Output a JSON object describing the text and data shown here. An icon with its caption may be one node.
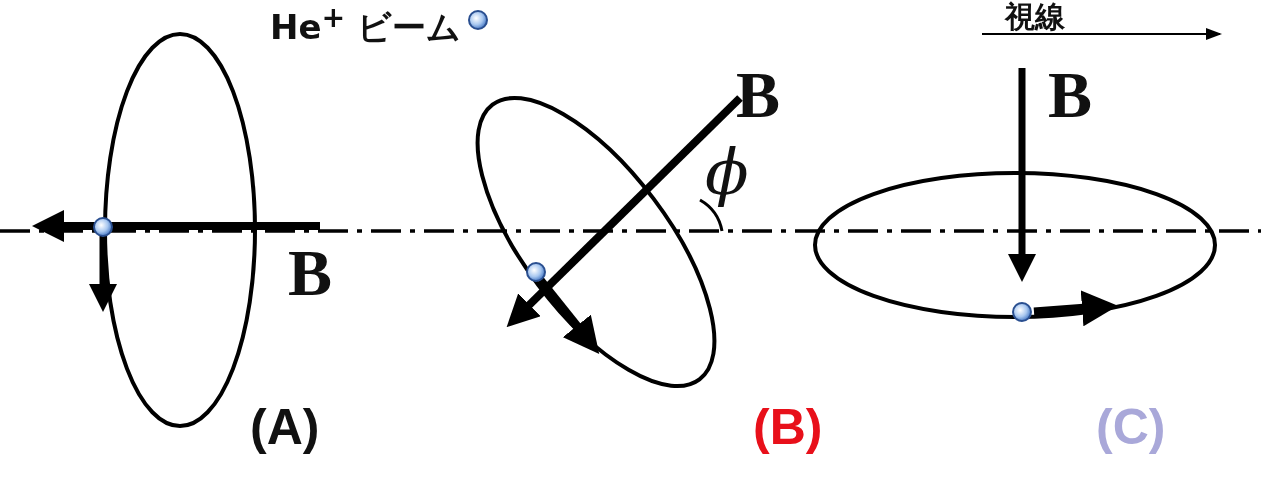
{
  "diagram": {
    "labels": [
      "He$^{+}$ ビーム",
      "視線",
      "B",
      "B",
      "ϕ",
      "B",
      "(A)",
      "(B)",
      "(C)"
    ]
  }
}
